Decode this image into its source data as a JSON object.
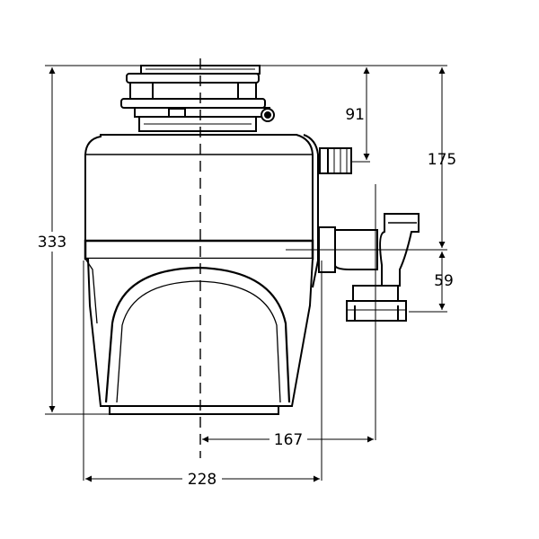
{
  "dimensions": {
    "total_height": "333",
    "top_to_inlet": "91",
    "top_to_outlet": "175",
    "outlet_to_drain": "59",
    "center_to_drain": "167",
    "body_width": "228"
  }
}
